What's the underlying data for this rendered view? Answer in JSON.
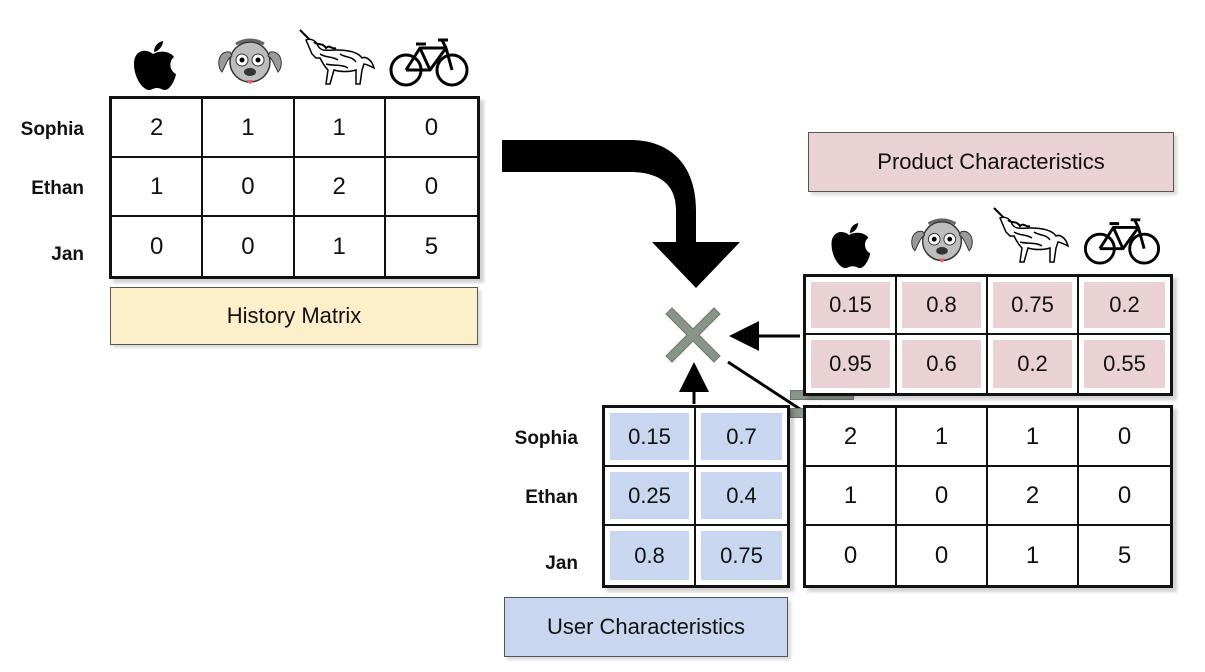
{
  "history": {
    "caption": "History Matrix",
    "rows": [
      "Sophia",
      "Ethan",
      "Jan"
    ],
    "values": [
      [
        "2",
        "1",
        "1",
        "0"
      ],
      [
        "1",
        "0",
        "2",
        "0"
      ],
      [
        "0",
        "0",
        "1",
        "5"
      ]
    ]
  },
  "product": {
    "caption": "Product Characteristics",
    "values": [
      [
        "0.15",
        "0.8",
        "0.75",
        "0.2"
      ],
      [
        "0.95",
        "0.6",
        "0.2",
        "0.55"
      ]
    ]
  },
  "user": {
    "caption": "User Characteristics",
    "rows": [
      "Sophia",
      "Ethan",
      "Jan"
    ],
    "values": [
      [
        "0.15",
        "0.7"
      ],
      [
        "0.25",
        "0.4"
      ],
      [
        "0.8",
        "0.75"
      ]
    ]
  },
  "result": {
    "values": [
      [
        "2",
        "1",
        "1",
        "0"
      ],
      [
        "1",
        "0",
        "2",
        "0"
      ],
      [
        "0",
        "0",
        "1",
        "5"
      ]
    ]
  },
  "items": [
    "apple-icon",
    "dog-icon",
    "unicorn-icon",
    "bicycle-icon"
  ],
  "colors": {
    "history_caption": "#fcefc9",
    "product_caption": "#ead1d3",
    "user_caption": "#c9d6ef",
    "operator": "#7f8c7f"
  }
}
